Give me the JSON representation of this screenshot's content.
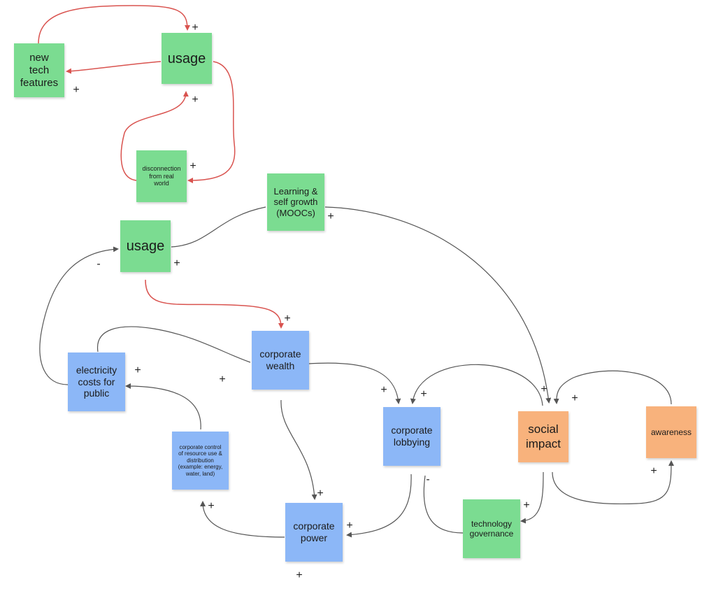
{
  "colors": {
    "green_note": "#7bdc91",
    "blue_note": "#8cb7f7",
    "orange_note": "#f8b27c",
    "red_link": "#d9534f",
    "grey_link": "#555555"
  },
  "nodes": {
    "new_tech_features": "new\ntech\nfeatures",
    "usage_top": "usage",
    "disconnection": "disconnection\nfrom real\nworld",
    "learning": "Learning &\nself growth\n(MOOCs)",
    "usage_mid": "usage",
    "corporate_wealth": "corporate\nwealth",
    "electricity_costs": "electricity\ncosts for\npublic",
    "corporate_lobbying": "corporate\nlobbying",
    "social_impact": "social\nimpact",
    "awareness": "awareness",
    "corporate_control": "corporate control\nof resource use &\ndistribution\n(example: energy,\nwater, land)",
    "corporate_power": "corporate\npower",
    "technology_governance": "technology\ngovernance"
  },
  "signs": [
    {
      "id": "usage-top-in",
      "text": "+"
    },
    {
      "id": "newtech-out",
      "text": "+"
    },
    {
      "id": "usage-top-bottom",
      "text": "+"
    },
    {
      "id": "disconnection-in",
      "text": "+"
    },
    {
      "id": "learning-out",
      "text": "+"
    },
    {
      "id": "usage-mid-in",
      "text": "-"
    },
    {
      "id": "usage-mid-out",
      "text": "+"
    },
    {
      "id": "wealth-in",
      "text": "+"
    },
    {
      "id": "electricity-out",
      "text": "+"
    },
    {
      "id": "wealth-left",
      "text": "+"
    },
    {
      "id": "lobbying-in-left",
      "text": "+"
    },
    {
      "id": "lobbying-in-right",
      "text": "+"
    },
    {
      "id": "social-in-left",
      "text": "+"
    },
    {
      "id": "social-in-right",
      "text": "+"
    },
    {
      "id": "awareness-in",
      "text": "+"
    },
    {
      "id": "power-in-top",
      "text": "+"
    },
    {
      "id": "power-in-right",
      "text": "+"
    },
    {
      "id": "power-bottom",
      "text": "+"
    },
    {
      "id": "control-in",
      "text": "+"
    },
    {
      "id": "lobbying-out",
      "text": "-"
    },
    {
      "id": "governance-in",
      "text": "+"
    }
  ]
}
